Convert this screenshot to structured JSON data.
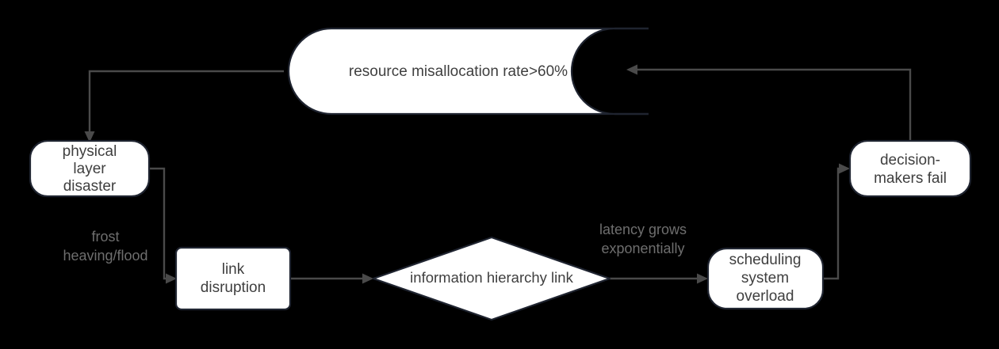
{
  "diagram": {
    "type": "flowchart",
    "background_color": "#000000",
    "node_fill": "#ffffff",
    "node_border_color": "#1f2430",
    "node_text_color": "#3f3f3f",
    "edge_color": "#4a4a4a",
    "edge_label_color": "#6e6e6e",
    "nodes": [
      {
        "id": "resource-misallocation",
        "shape": "stadium-concave-right",
        "label": "resource misallocation rate>60%",
        "lines": [
          "resource misallocation rate>60%"
        ]
      },
      {
        "id": "physical-layer-disaster",
        "shape": "rounded-rect",
        "label": "physical layer disaster",
        "lines": [
          "physical",
          "layer",
          "disaster"
        ]
      },
      {
        "id": "link-disruption",
        "shape": "rect",
        "label": "link disruption",
        "lines": [
          "link",
          "disruption"
        ]
      },
      {
        "id": "information-hierarchy-link",
        "shape": "diamond",
        "label": "information hierarchy link",
        "lines": [
          "information hierarchy link"
        ]
      },
      {
        "id": "scheduling-system-overload",
        "shape": "rounded-rect",
        "label": "scheduling system overload",
        "lines": [
          "scheduling",
          "system",
          "overload"
        ]
      },
      {
        "id": "decision-makers-fail",
        "shape": "rounded-rect",
        "label": "decision-makers fail",
        "lines": [
          "decision-",
          "makers fail"
        ]
      }
    ],
    "edges": [
      {
        "id": "edge-resource-to-physical",
        "from": "resource-misallocation",
        "to": "physical-layer-disaster",
        "label": ""
      },
      {
        "id": "edge-physical-to-link",
        "from": "physical-layer-disaster",
        "to": "link-disruption",
        "label": "frost heaving/flood",
        "label_lines": [
          "frost",
          "heaving/flood"
        ]
      },
      {
        "id": "edge-link-to-information",
        "from": "link-disruption",
        "to": "information-hierarchy-link",
        "label": ""
      },
      {
        "id": "edge-information-to-scheduling",
        "from": "information-hierarchy-link",
        "to": "scheduling-system-overload",
        "label": "latency grows exponentially",
        "label_lines": [
          "latency grows",
          "exponentially"
        ]
      },
      {
        "id": "edge-scheduling-to-decision",
        "from": "scheduling-system-overload",
        "to": "decision-makers-fail",
        "label": ""
      },
      {
        "id": "edge-decision-to-resource",
        "from": "decision-makers-fail",
        "to": "resource-misallocation",
        "label": ""
      }
    ]
  }
}
